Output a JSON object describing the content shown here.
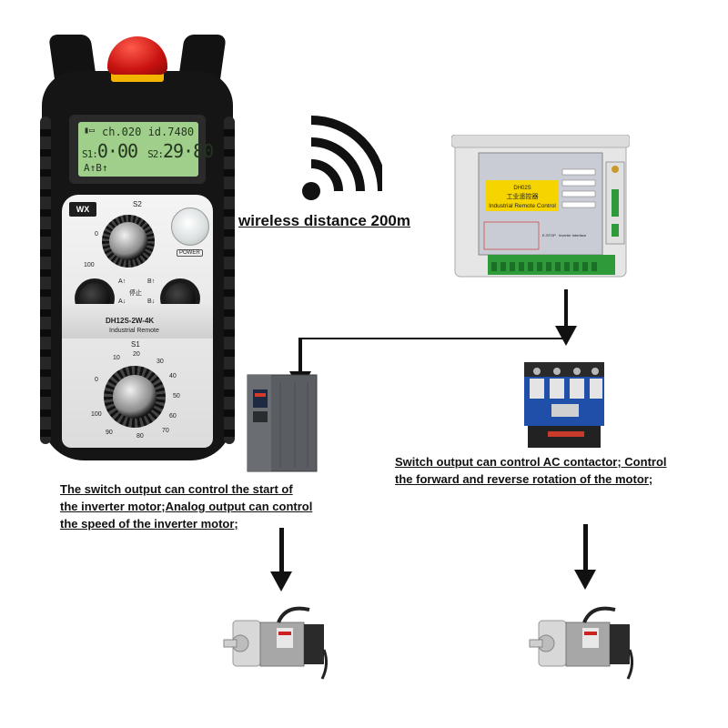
{
  "remote": {
    "lcd_channel": "ch.020 id.7480",
    "lcd_s1_label": "S1:",
    "lcd_s1_value": "0·00",
    "lcd_s2_label": "S2:",
    "lcd_s2_value": "29·80",
    "lcd_status": "A↑B↑",
    "logo": "WX",
    "s2_label": "S2",
    "power_label": "POWER",
    "a_up": "A↑",
    "b_up": "B↑",
    "a_down": "A↓",
    "b_down": "B↓",
    "stop_label": "停止",
    "model": "DH12S-2W-4K",
    "subtitle": "Industrial Remote",
    "s1_label": "S1",
    "knob_scale": [
      "0",
      "10",
      "20",
      "30",
      "40",
      "50",
      "60",
      "70",
      "80",
      "90",
      "100"
    ]
  },
  "controller": {
    "model": "DH02S",
    "title_cn": "工业遥控器",
    "title_en": "Industrial Remote Control",
    "estop_label": "E-STOP",
    "inverter_label": "Inverter Interface"
  },
  "captions": {
    "wireless": "wireless distance 200m",
    "left_line1": "The switch output can control the start of",
    "left_line2": " the inverter motor;Analog output can control",
    "left_line3": " the speed of the inverter motor;",
    "right_line1": "Switch output can control AC contactor; Control",
    "right_line2": "the forward and reverse rotation of the motor;"
  },
  "icons": {
    "wifi": "wireless-signal-icon",
    "arrows": "arrow-down-icon"
  },
  "colors": {
    "estop_red": "#c81210",
    "lcd_green": "#9fcf8a",
    "contactor_blue": "#1f4fa8",
    "terminal_green": "#2f9a3a",
    "label_yellow": "#f5d400"
  }
}
